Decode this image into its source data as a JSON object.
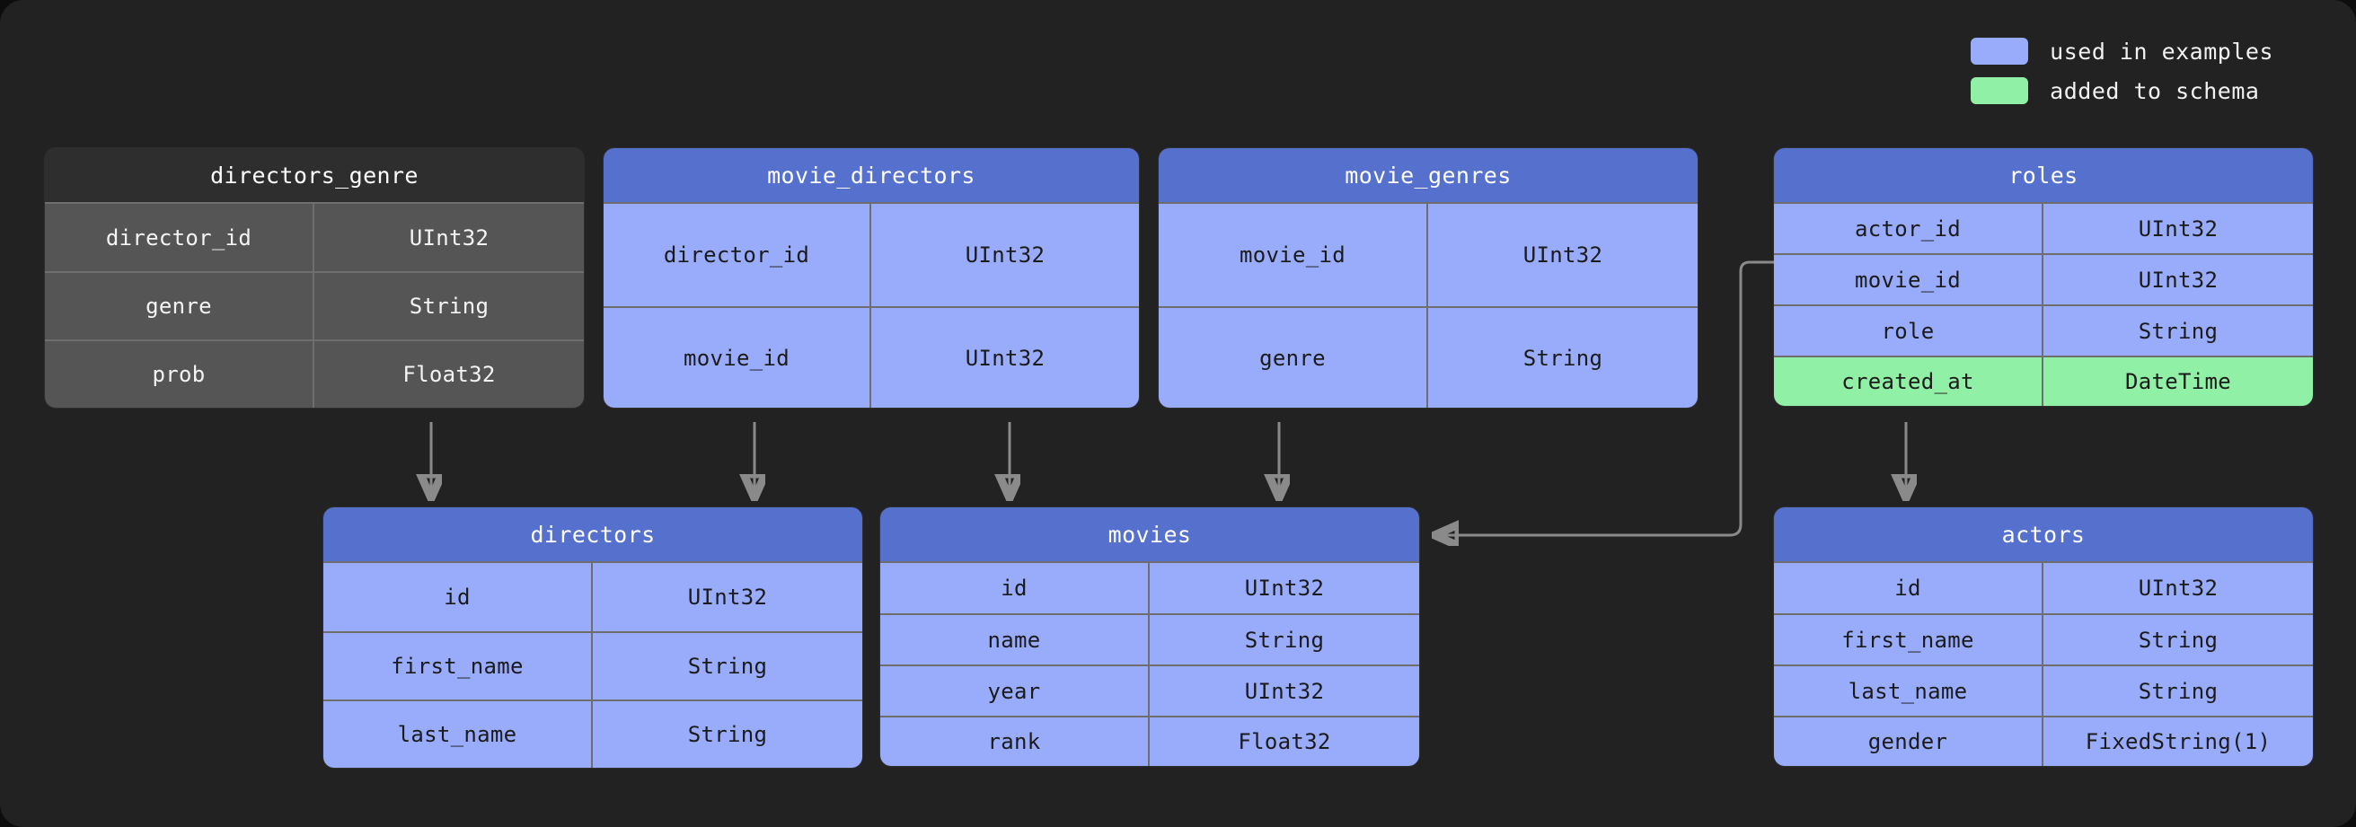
{
  "legend": {
    "items": [
      {
        "label": "used in examples",
        "color": "#99acfb"
      },
      {
        "label": "added to schema",
        "color": "#90f0a5"
      }
    ]
  },
  "colors": {
    "background": "#222222",
    "blue_header": "#5670ce",
    "blue_row": "#99acfb",
    "grey_header": "#2e2e2e",
    "grey_row": "#555555",
    "green_row": "#90f0a5",
    "divider": "#6e6e6e",
    "arrow": "#8a8a8a"
  },
  "tables": {
    "directors_genre": {
      "title": "directors_genre",
      "rows": [
        {
          "name": "director_id",
          "type": "UInt32",
          "state": "normal"
        },
        {
          "name": "genre",
          "type": "String",
          "state": "normal"
        },
        {
          "name": "prob",
          "type": "Float32",
          "state": "normal"
        }
      ]
    },
    "movie_directors": {
      "title": "movie_directors",
      "rows": [
        {
          "name": "director_id",
          "type": "UInt32",
          "state": "normal"
        },
        {
          "name": "movie_id",
          "type": "UInt32",
          "state": "normal"
        }
      ]
    },
    "movie_genres": {
      "title": "movie_genres",
      "rows": [
        {
          "name": "movie_id",
          "type": "UInt32",
          "state": "normal"
        },
        {
          "name": "genre",
          "type": "String",
          "state": "normal"
        }
      ]
    },
    "roles": {
      "title": "roles",
      "rows": [
        {
          "name": "actor_id",
          "type": "UInt32",
          "state": "normal"
        },
        {
          "name": "movie_id",
          "type": "UInt32",
          "state": "normal"
        },
        {
          "name": "role",
          "type": "String",
          "state": "normal"
        },
        {
          "name": "created_at",
          "type": "DateTime",
          "state": "added"
        }
      ]
    },
    "directors": {
      "title": "directors",
      "rows": [
        {
          "name": "id",
          "type": "UInt32",
          "state": "normal"
        },
        {
          "name": "first_name",
          "type": "String",
          "state": "normal"
        },
        {
          "name": "last_name",
          "type": "String",
          "state": "normal"
        }
      ]
    },
    "movies": {
      "title": "movies",
      "rows": [
        {
          "name": "id",
          "type": "UInt32",
          "state": "normal"
        },
        {
          "name": "name",
          "type": "String",
          "state": "normal"
        },
        {
          "name": "year",
          "type": "UInt32",
          "state": "normal"
        },
        {
          "name": "rank",
          "type": "Float32",
          "state": "normal"
        }
      ]
    },
    "actors": {
      "title": "actors",
      "rows": [
        {
          "name": "id",
          "type": "UInt32",
          "state": "normal"
        },
        {
          "name": "first_name",
          "type": "String",
          "state": "normal"
        },
        {
          "name": "last_name",
          "type": "String",
          "state": "normal"
        },
        {
          "name": "gender",
          "type": "FixedString(1)",
          "state": "normal"
        }
      ]
    }
  },
  "relationships": [
    {
      "from": "directors_genre",
      "to": "directors"
    },
    {
      "from": "movie_directors",
      "to": "directors"
    },
    {
      "from": "movie_directors",
      "to": "movies"
    },
    {
      "from": "movie_genres",
      "to": "movies"
    },
    {
      "from": "roles",
      "to": "movies"
    },
    {
      "from": "roles",
      "to": "actors"
    }
  ]
}
